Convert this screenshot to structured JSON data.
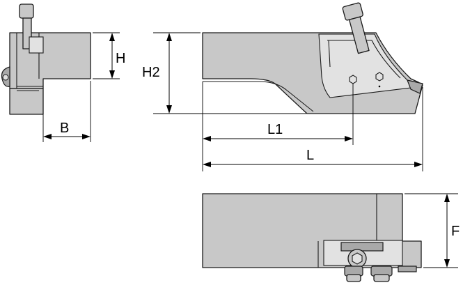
{
  "dimensions": {
    "h": "H",
    "b": "B",
    "h2": "H2",
    "l1": "L1",
    "l": "L",
    "f": "F"
  },
  "colors": {
    "part_fill": "#c8c8c8",
    "part_dark": "#a9a9a9",
    "outline": "#1a1a1a",
    "background": "#ffffff"
  }
}
